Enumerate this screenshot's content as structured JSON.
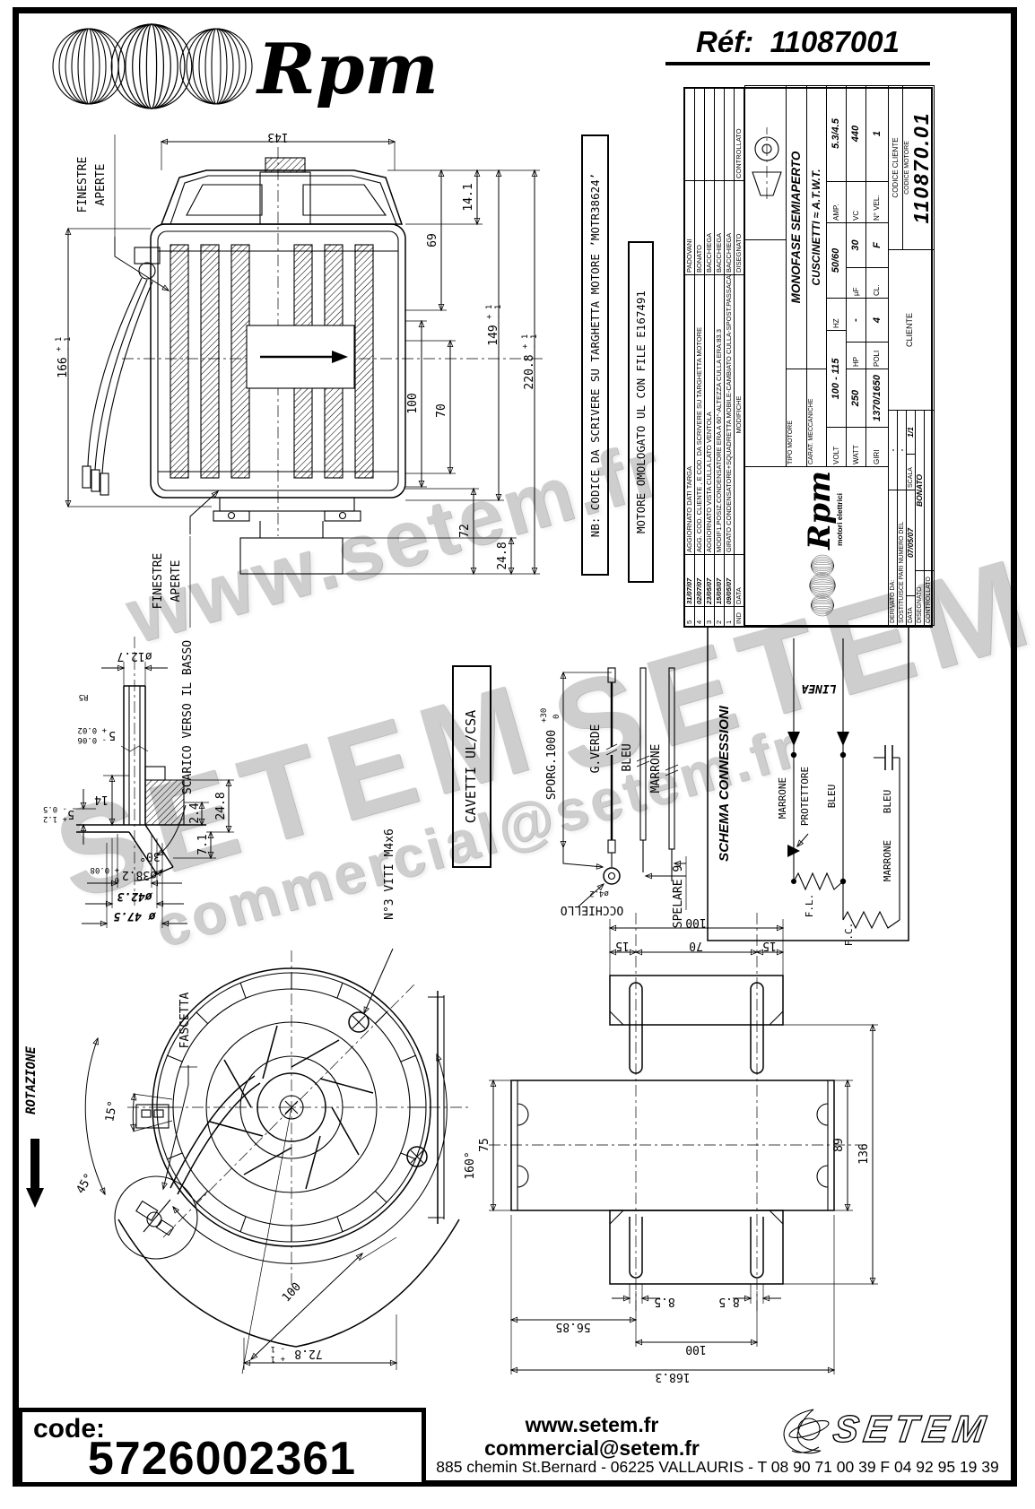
{
  "header": {
    "brand": "Rpm",
    "ref_label": "Réf:",
    "ref_value": "11087001"
  },
  "watermarks": {
    "w1": "www.setem.fr",
    "w2": "SETEM",
    "w3": "commercial@setem.fr",
    "w4": "SETEM"
  },
  "notes": {
    "nb": "NB: CODICE DA SCRIVERE SU TARGHETTA MOTORE ’MOTR38624’",
    "ul": "MOTORE OMOLOGATO UL CON FILE E167491"
  },
  "main_view": {
    "finestre_1a": "FINESTRE",
    "finestre_1b": "APERTE",
    "finestre_2a": "FINESTRE",
    "finestre_2b": "APERTE",
    "dim_143": "143",
    "dim_69": "69",
    "dim_141": "14.1",
    "dim_166": "166",
    "dim_100": "100",
    "dim_70": "70",
    "dim_149": "149",
    "dim_2208": "220.8",
    "dim_72": "72",
    "dim_248": "24.8",
    "tol_plus1": "+ 1",
    "tol_minus1": "- 1"
  },
  "drain": {
    "scarico": "SCARICO VERSO IL BASSO",
    "dia_pipe": "ø12.7",
    "r5": "R5",
    "d5": "5",
    "d5_tol_top": "- 0.06",
    "d5_tol_bot": "+ 0.02",
    "d14": "14",
    "d5b": "5",
    "d5b_tol_top": "+ 1.2",
    "d5b_tol_bot": "- 0.5",
    "d24": "2.4",
    "d248": "24.8",
    "d71": "7.1",
    "a30": "30°",
    "dia382": "ø38.2",
    "dia382_tol_top": "0",
    "dia382_tol_bot": "+ 0.08",
    "dia423": "ø42.3",
    "dia475": "ø 47.5"
  },
  "cavetti": {
    "box": "CAVETTI UL/CSA",
    "sporg": "SPORG.1000",
    "sporg_tol_top": "+30",
    "sporg_tol_bot": "0",
    "w1": "G.VERDE",
    "w2": "BLEU",
    "w3": "MARRONE",
    "occhiello": "OCCHIELLO",
    "occhiello_dia": "ø4.2",
    "spelare": "SPELARE 9"
  },
  "schema": {
    "title": "SCHEMA CONNESSIONI",
    "linea": "LINEA",
    "protettore": "PROTETTORE",
    "marrone_left": "MARRONE",
    "bleu_1": "BLEU",
    "bleu_2": "BLEU",
    "marrone_right": "MARRONE",
    "fl": "F.L.",
    "fc": "F.C."
  },
  "fan_view": {
    "rotazione": "ROTAZIONE",
    "fascetta": "FASCETTA",
    "viti": "N°3 VITI M4x6",
    "a15": "15°",
    "a45": "45°",
    "a160": "160°",
    "d100": "100",
    "d728": "72.8",
    "tol_plus1": "+ 1",
    "tol_minus1": "- 1"
  },
  "cradle_view": {
    "d100_top": "100",
    "d15_l": "15",
    "d70": "70",
    "d15_r": "15",
    "d75": "75",
    "d89": "89",
    "d136": "136",
    "d85_l": "8.5",
    "d85_r": "8.5",
    "d5685": "56.85",
    "d100_bot": "100",
    "d1683": "168.3"
  },
  "title_block": {
    "revisions": [
      {
        "ind": "5",
        "date": "31/07/07",
        "desc": "AGGIORNATO DATI TARGA",
        "name": "PADOVANI"
      },
      {
        "ind": "4",
        "date": "02/07/07",
        "desc": "AGG. COD. CLIENTE , E COD. DA SCRIVERE SU TARGHETTA MOTORE",
        "name": "BONATO"
      },
      {
        "ind": "3",
        "date": "23/05/07",
        "desc": "AGGIORNATO VISTA CULLA LATO VENTOLA",
        "name": "BACCHIEGA"
      },
      {
        "ind": "2",
        "date": "15/05/07",
        "desc": "MODIF1.POSIZ.CONDENSATORE ERA A 60°-ALTEZZA CULLA ERA:83.3",
        "name": "BACCHIEGA"
      },
      {
        "ind": "1",
        "date": "09/05/07",
        "desc": "GIRATO CONDENSATORE+SQUADRETTA MOBILE-CAMBIATO CULLA-SPOST.PASSACAVO",
        "name": "BACCHIEGA"
      }
    ],
    "hdr_ind": "IND",
    "hdr_data": "DATA",
    "hdr_modifiche": "MODIFICHE",
    "hdr_disegnato": "DISEGNATO",
    "hdr_controllato": "CONTROLLATO",
    "tipo_label": "TIPO MOTORE",
    "tipo_value": "MONOFASE SEMIAPERTO",
    "carat_label": "CARAT. MECCANICHE",
    "carat_value": "CUSCINETTI ≈ A.T.W.T.",
    "volt_label": "VOLT",
    "volt": "100 - 115",
    "hz_label": "HZ",
    "hz": "50/60",
    "amp_label": "AMP.",
    "amp": "5.3/4.5",
    "watt_label": "WATT",
    "watt": "250",
    "hp_label": "HP",
    "hp": "-",
    "uf_label": "µF",
    "uf": "30",
    "vc_label": "VC",
    "vc": "440",
    "giri_label": "GIRI",
    "giri": "1370/1650",
    "poli_label": "POLI",
    "poli": "4",
    "cl_label": "CL.",
    "cl": "F",
    "nvel_label": "N° VEL.",
    "nvel": "1",
    "logo_brand": "Rpm",
    "logo_sub": "motori elettrici",
    "derivato_label": "DERIVATO DA:",
    "derivato": "-",
    "sostituisce_label": "SOSTITUISCE PARI NUMERO DEL",
    "sostituisce": "-",
    "data_label": "DATA",
    "data": "07/05/07",
    "scala_label": "SCALA",
    "scala": "1/1",
    "disegnato_label": "DISEGNATO",
    "disegnato": "BONATO",
    "controllato_label": "CONTROLLATO",
    "cliente_label": "CLIENTE",
    "codice_cliente_label": "CODICE CLIENTE",
    "codice_motore_label": "CODICE MOTORE",
    "codice_motore": "110870.01"
  },
  "footer": {
    "code_label": "code:",
    "code_value": "5726002361",
    "web": "www.setem.fr",
    "email": "commercial@setem.fr",
    "address": "885 chemin St.Bernard  -  06225 VALLAURIS  -  T 08 90 71 00 39   F 04 92 95 19 39",
    "logo_text": "SETEM"
  }
}
